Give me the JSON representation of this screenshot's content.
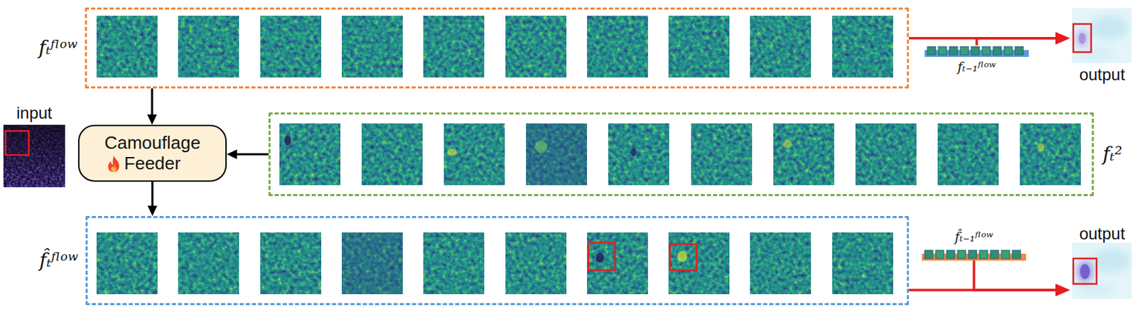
{
  "diagram": {
    "nodes": [
      {
        "text": [
          "fₜᶠˡᵒʷ"
        ]
      },
      {
        "text": [
          "fₜ₋₁ᶠˡᵒʷ"
        ]
      },
      {
        "text": [
          "output"
        ]
      },
      {
        "text": [
          "input"
        ]
      },
      {
        "text": [
          "Camouflage Feeder"
        ]
      },
      {
        "text": [
          "fₜ²"
        ]
      },
      {
        "text": [
          "f̂ₜᶠˡᵒʷ"
        ]
      },
      {
        "text": [
          "f̂ₜ₋₁ᶠˡᵒʷ"
        ]
      },
      {
        "text": [
          "output"
        ]
      }
    ],
    "edges": [
      {
        "from": 0,
        "to": 2,
        "arrow": "to"
      },
      {
        "from": 1,
        "to": 2,
        "arrow": "to"
      },
      {
        "from": 0,
        "to": 4,
        "arrow": "to"
      },
      {
        "from": 5,
        "to": 4,
        "arrow": "to"
      },
      {
        "from": 4,
        "to": 6,
        "arrow": "to"
      },
      {
        "from": 6,
        "to": 8,
        "arrow": "to"
      },
      {
        "from": 7,
        "to": 8,
        "arrow": "to"
      }
    ]
  }
}
